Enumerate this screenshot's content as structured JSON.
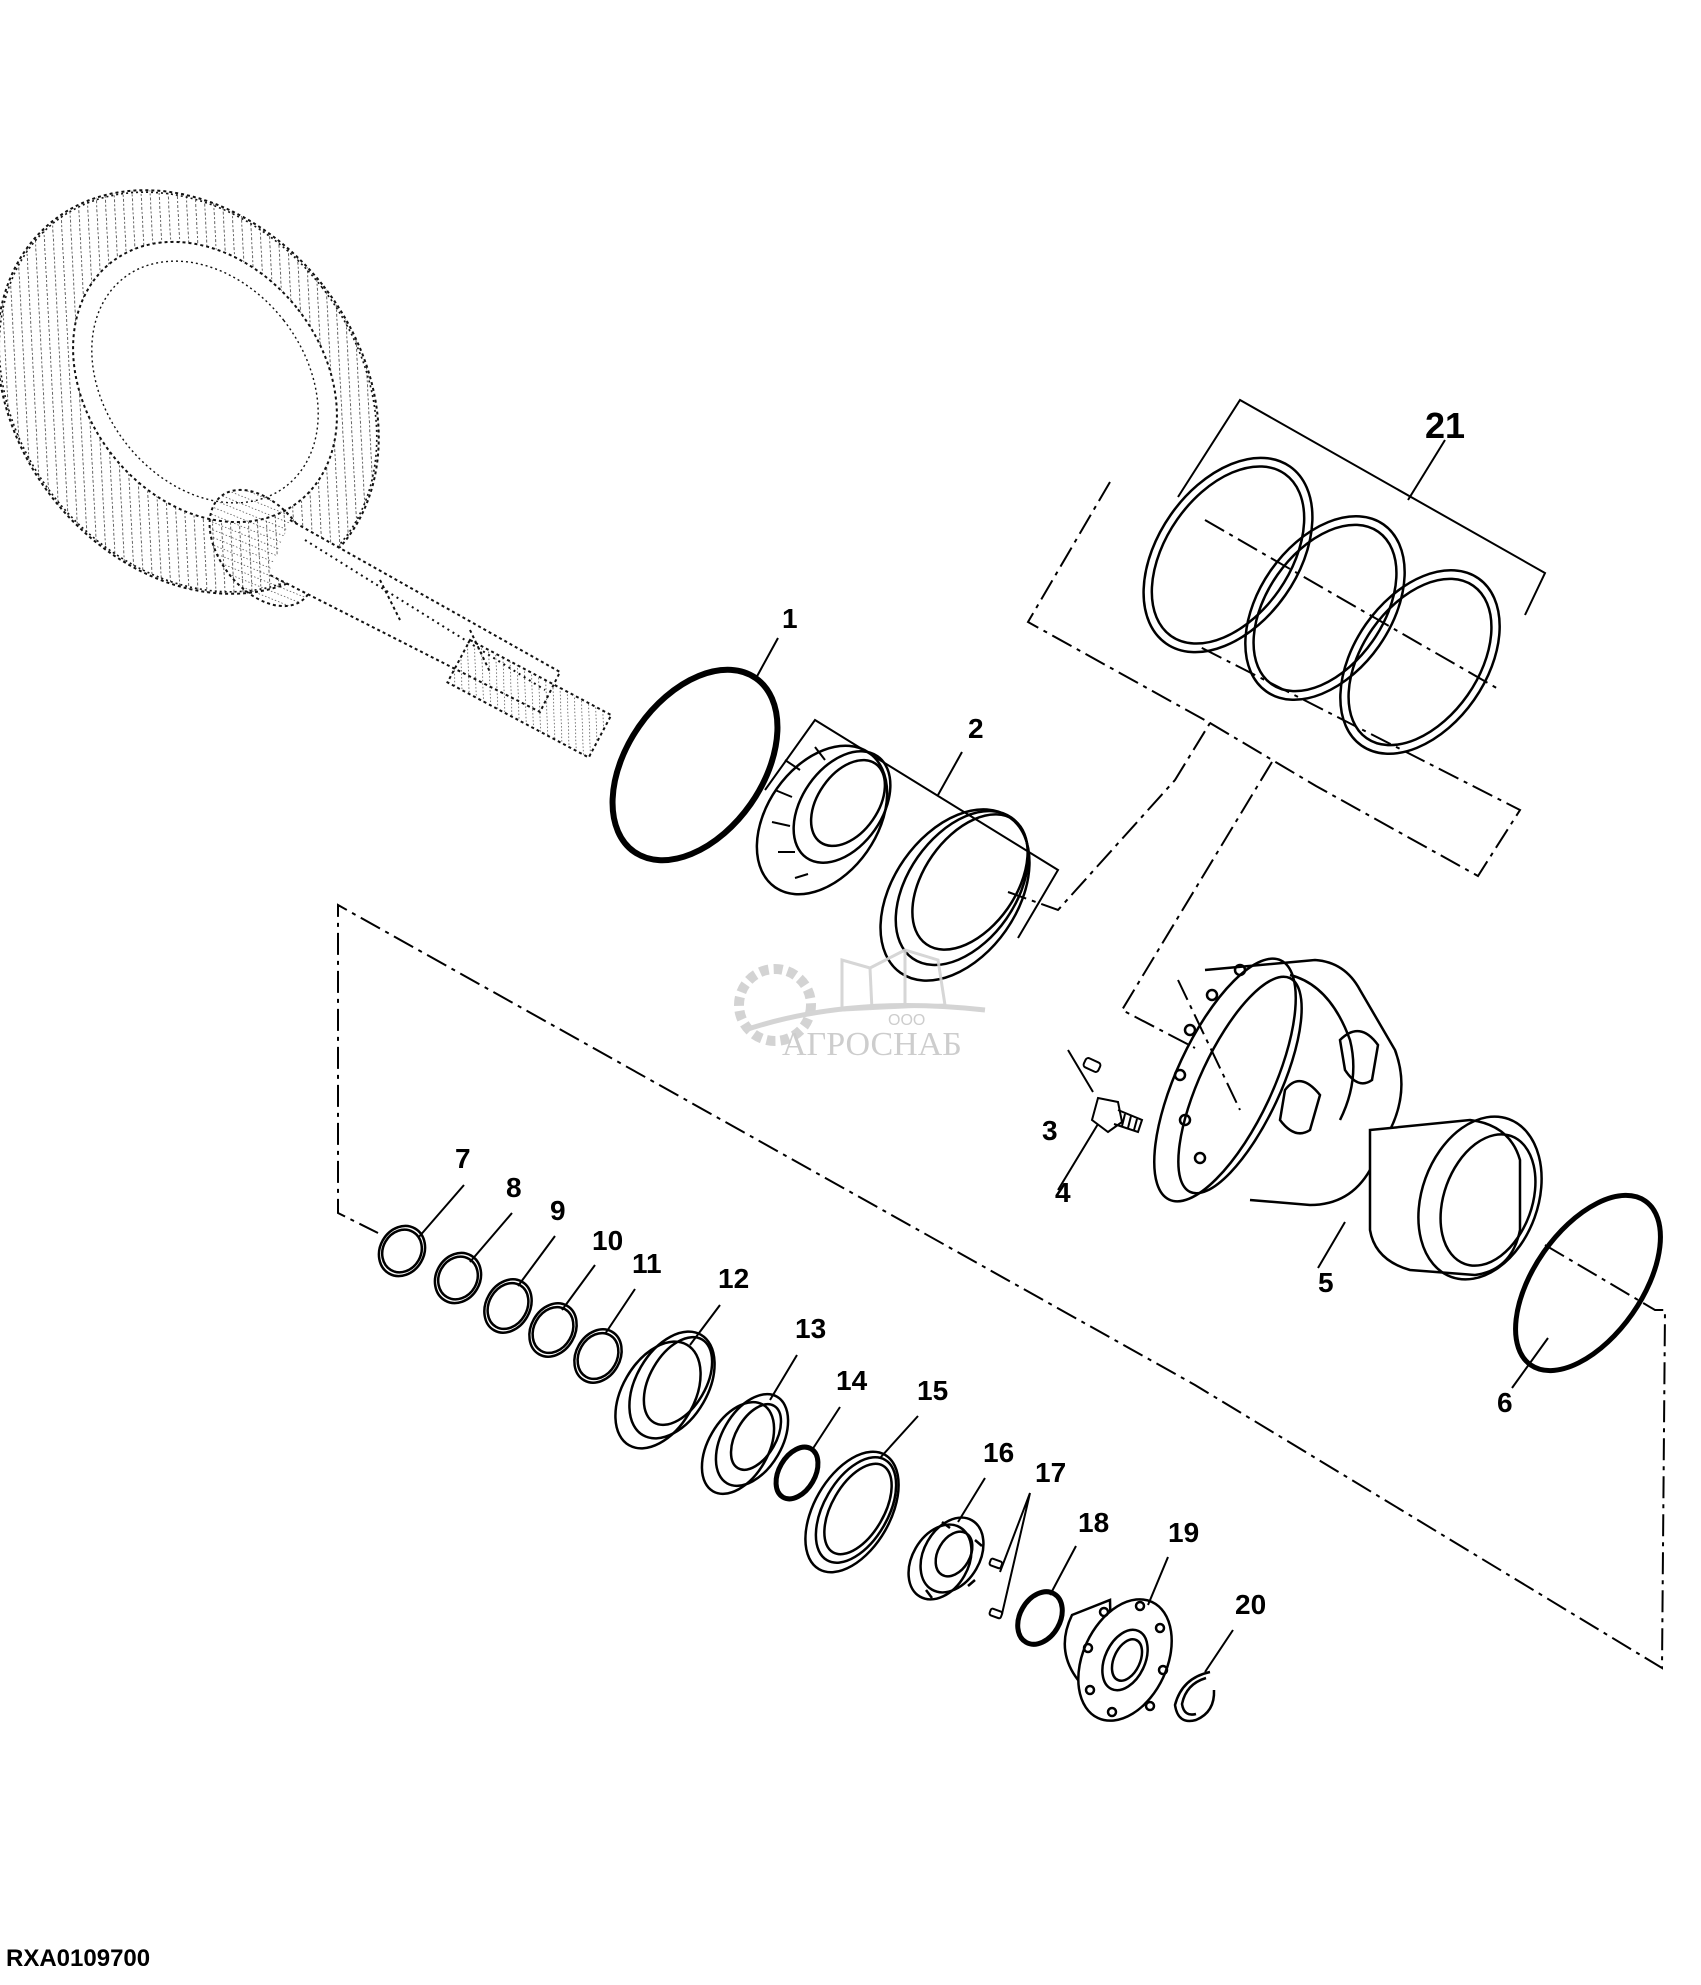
{
  "drawing": {
    "reference_code": "RXA0109700",
    "watermark": {
      "prefix": "ООО",
      "name": "АГРОСНАБ"
    },
    "callouts": [
      "1",
      "2",
      "3",
      "4",
      "5",
      "6",
      "7",
      "8",
      "9",
      "10",
      "11",
      "12",
      "13",
      "14",
      "15",
      "16",
      "17",
      "18",
      "19",
      "20",
      "21"
    ]
  }
}
